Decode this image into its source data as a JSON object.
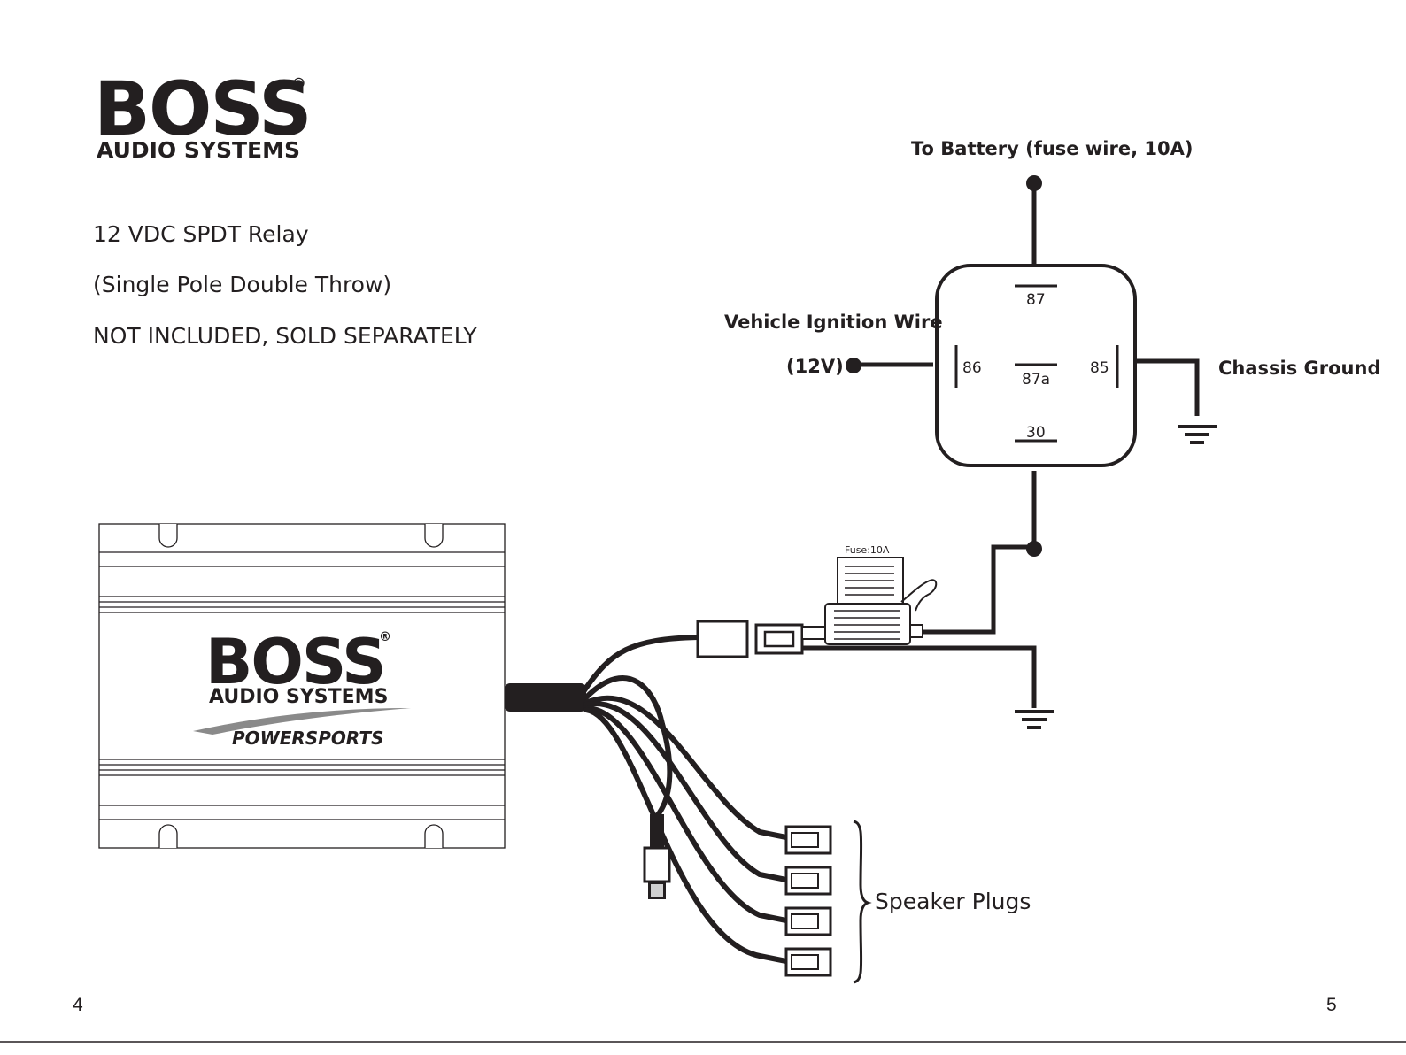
{
  "brand": {
    "name": "BOSS",
    "registered_mark": "®",
    "tagline": "AUDIO SYSTEMS",
    "sub_brand": "POWERSPORTS"
  },
  "intro": {
    "line1": "12 VDC SPDT  Relay",
    "line2": "(Single Pole Double Throw)",
    "line3": "NOT INCLUDED, SOLD SEPARATELY"
  },
  "relay": {
    "pins": {
      "p87": "87",
      "p86": "86",
      "p87a": "87a",
      "p85": "85",
      "p30": "30"
    },
    "labels": {
      "battery": "To Battery (fuse wire, 10A)",
      "ignition": "Vehicle Ignition Wire",
      "ignition_voltage": "(12V)",
      "ground": "Chassis Ground"
    }
  },
  "fuse": {
    "label": "Fuse:10A"
  },
  "speakers": {
    "label": "Speaker  Plugs"
  },
  "pages": {
    "left": "4",
    "right": "5"
  }
}
